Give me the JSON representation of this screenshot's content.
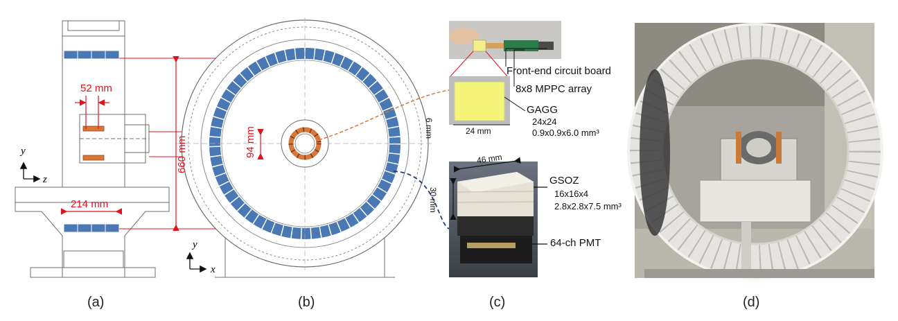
{
  "panels": {
    "a": {
      "caption": "(a)",
      "dim_width": "52 mm",
      "dim_axial": "214 mm",
      "axis_vertical": "y",
      "axis_horizontal": "z"
    },
    "b": {
      "caption": "(b)",
      "dim_diameter": "660 mm",
      "dim_inner": "94 mm",
      "axis_vertical": "y",
      "axis_horizontal": "x"
    },
    "c": {
      "caption": "(c)",
      "frontend_label": "Front-end circuit board",
      "mppc_label": "8x8 MPPC array",
      "gagg_name": "GAGG",
      "gagg_array": "24x24",
      "gagg_size": "0.9x0.9x6.0 mm³",
      "gagg_thick": "6 mm",
      "gagg_width": "24 mm",
      "gsoz_name": "GSOZ",
      "gsoz_array": "16x16x4",
      "gsoz_size": "2.8x2.8x7.5 mm³",
      "gsoz_width": "46 mm",
      "gsoz_height": "30 mm",
      "pmt_label": "64-ch PMT"
    },
    "d": {
      "caption": "(d)"
    }
  },
  "colors": {
    "detector_blue": "#4a78b5",
    "dimension_red": "#e0141e",
    "inner_orange": "#d9773a",
    "dashed_navy": "#1f3c7a",
    "line_gray": "#707070"
  }
}
